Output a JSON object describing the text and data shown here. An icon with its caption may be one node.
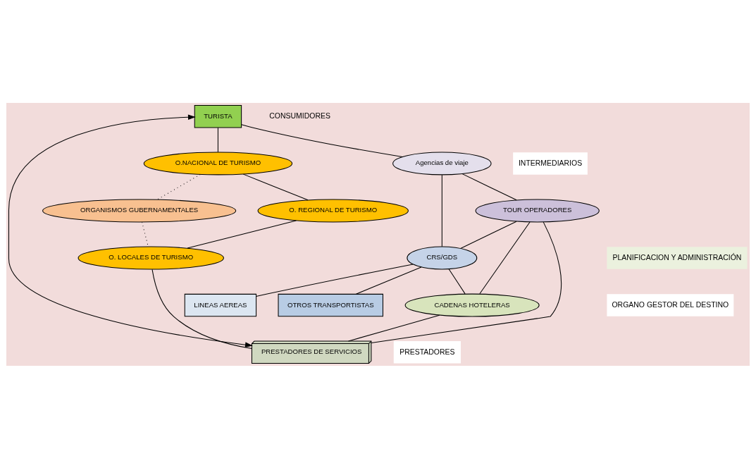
{
  "diagram": {
    "nodes": [
      {
        "text": [
          "TURISTA"
        ]
      },
      {
        "text": [
          "O.NACIONAL DE TURISMO"
        ]
      },
      {
        "text": [
          "ORGANISMOS GUBERNAMENTALES"
        ]
      },
      {
        "text": [
          "O. REGIONAL DE TURISMO"
        ]
      },
      {
        "text": [
          "O. LOCALES DE TURISMO"
        ]
      },
      {
        "text": [
          "Agencias de viaje"
        ]
      },
      {
        "text": [
          "TOUR OPERADORES"
        ]
      },
      {
        "text": [
          "CRS/GDS"
        ]
      },
      {
        "text": [
          "CADENAS HOTELERAS"
        ]
      },
      {
        "text": [
          "PRESTADORES DE SERVICIOS"
        ]
      },
      {
        "text": [
          "LINEAS AEREAS"
        ]
      },
      {
        "text": [
          "OTROS TRANSPORTISTAS"
        ]
      }
    ],
    "edges": [
      {
        "from": 0,
        "to": 1,
        "arrow": "none"
      },
      {
        "from": 0,
        "to": 5,
        "arrow": "none"
      },
      {
        "from": 0,
        "to": 9,
        "arrow": "both"
      },
      {
        "from": 1,
        "to": 2,
        "arrow": "none",
        "style": "dashed"
      },
      {
        "from": 1,
        "to": 3,
        "arrow": "none"
      },
      {
        "from": 2,
        "to": 4,
        "arrow": "none",
        "style": "dashed"
      },
      {
        "from": 3,
        "to": 4,
        "arrow": "none"
      },
      {
        "from": 4,
        "to": 9,
        "arrow": "none"
      },
      {
        "from": 5,
        "to": 6,
        "arrow": "none"
      },
      {
        "from": 5,
        "to": 7,
        "arrow": "none"
      },
      {
        "from": 6,
        "to": 7,
        "arrow": "none"
      },
      {
        "from": 6,
        "to": 8,
        "arrow": "none"
      },
      {
        "from": 6,
        "to": 9,
        "arrow": "none"
      },
      {
        "from": 7,
        "to": 8,
        "arrow": "none"
      },
      {
        "from": 7,
        "to": 10,
        "arrow": "none"
      },
      {
        "from": 7,
        "to": 11,
        "arrow": "none"
      },
      {
        "from": 8,
        "to": 9,
        "arrow": "none"
      }
    ],
    "labels": [
      "CONSUMIDORES",
      "INTERMEDIARIOS",
      "PLANIFICACION Y ADMINISTRACIÓN",
      "ORGANO GESTOR DEL DESTINO",
      "PRESTADORES"
    ]
  }
}
